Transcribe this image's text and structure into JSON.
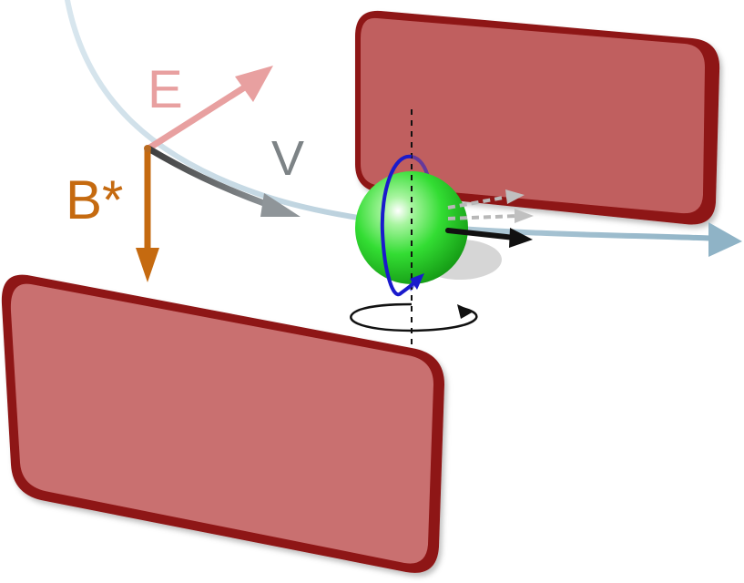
{
  "labels": {
    "e_field": "E",
    "velocity": "V",
    "magnetic_field": "B*"
  },
  "colors": {
    "plate_fill": "#c46a6a",
    "plate_edge": "#9e1616",
    "trajectory": "#8fb3c6",
    "e_arrow": "#e8a0a0",
    "b_arrow": "#c56a10",
    "v_arrow": "#7d8386",
    "sphere": "#33dd33",
    "spin_loop": "#1a1acc",
    "spin_vector": "#111111",
    "precession_ghost": "#b8b8b8"
  }
}
